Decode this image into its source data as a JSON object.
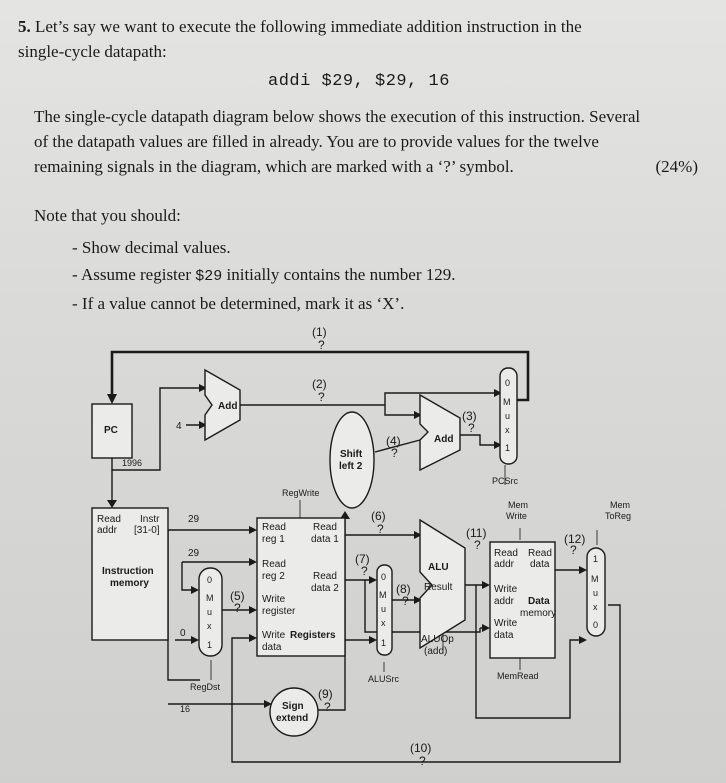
{
  "question": {
    "number": "5.",
    "intro_line1": "Let’s say we want to execute the following immediate addition instruction in the",
    "intro_line2": "single-cycle datapath:",
    "instruction": "addi $29, $29, 16",
    "para_line1": "The single-cycle datapath diagram below shows the execution of this instruction. Several",
    "para_line2": "of the datapath values are filled in already. You are to provide values for the twelve",
    "para_line3": "remaining signals in the diagram, which are marked with a ‘?’ symbol.",
    "weight": "(24%)",
    "note_heading": "Note that you should:",
    "bullet1": "Show decimal values.",
    "bullet2_pre": "Assume register ",
    "bullet2_reg": "$29",
    "bullet2_post": " initially contains the number 129.",
    "bullet3": "If a value cannot be determined, mark it as ‘X’."
  },
  "diagram": {
    "pc": "PC",
    "pc_value": "1996",
    "four": "4",
    "add": "Add",
    "add2": "Add",
    "shift_line1": "Shift",
    "shift_line2": "left 2",
    "pcsrc": "PCSrc",
    "regwrite": "RegWrite",
    "read_addr_1": "Read",
    "read_addr_2": "addr",
    "instr_1": "Instr",
    "instr_2": "[31-0]",
    "imem_1": "Instruction",
    "imem_2": "memory",
    "rs_value": "29",
    "rt_value": "29",
    "rt_mux_value": "0",
    "imm_value": "16",
    "regdst": "RegDst",
    "read_reg1_a": "Read",
    "read_reg1_b": "reg 1",
    "read_reg2_a": "Read",
    "read_reg2_b": "reg 2",
    "write_reg_a": "Write",
    "write_reg_b": "register",
    "write_data_a": "Write",
    "write_data_b": "data",
    "registers": "Registers",
    "read_data1_a": "Read",
    "read_data1_b": "data 1",
    "read_data2_a": "Read",
    "read_data2_b": "data 2",
    "sign_1": "Sign",
    "sign_2": "extend",
    "alusrc": "ALUSrc",
    "alu": "ALU",
    "result": "Result",
    "aluop_1": "ALUOp",
    "aluop_2": "(add)",
    "memwrite_1": "Mem",
    "memwrite_2": "Write",
    "memtoreg_1": "Mem",
    "memtoreg_2": "ToReg",
    "dm_read_addr_1": "Read",
    "dm_read_addr_2": "addr",
    "dm_read_data_1": "Read",
    "dm_read_data_2": "data",
    "dm_write_addr_1": "Write",
    "dm_write_addr_2": "addr",
    "dm_data": "Data",
    "dm_memory": "memory",
    "dm_write_data_1": "Write",
    "dm_write_data_2": "data",
    "memread": "MemRead",
    "mux_letters": [
      "M",
      "u",
      "x"
    ],
    "mux_zero": "0",
    "mux_one": "1",
    "unknown": "?",
    "labels": {
      "q1": "(1)",
      "q2": "(2)",
      "q3": "(3)",
      "q4": "(4)",
      "q5": "(5)",
      "q6": "(6)",
      "q7": "(7)",
      "q8": "(8)",
      "q9": "(9)",
      "q10": "(10)",
      "q11": "(11)",
      "q12": "(12)"
    }
  }
}
